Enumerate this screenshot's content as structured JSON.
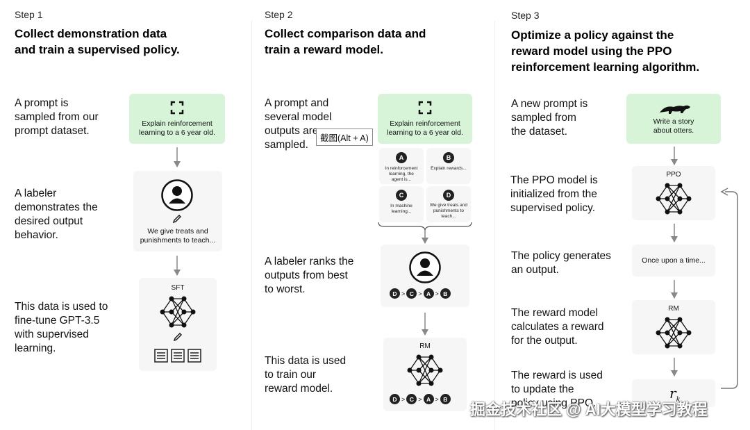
{
  "step1": {
    "label": "Step 1",
    "title_line1": "Collect demonstration data",
    "title_line2": "and train a supervised policy.",
    "desc1": [
      "A prompt is",
      "sampled from our",
      "prompt dataset."
    ],
    "desc2": [
      "A labeler",
      "demonstrates the",
      "desired output",
      "behavior."
    ],
    "desc3": [
      "This data is used to",
      "fine-tune GPT-3.5",
      "with supervised",
      "learning."
    ],
    "prompt_card": [
      "Explain reinforcement",
      "learning to a 6 year old."
    ],
    "labeler_text": [
      "We give treats and",
      "punishments to teach..."
    ],
    "model_tag": "SFT"
  },
  "step2": {
    "label": "Step 2",
    "title_line1": "Collect comparison data and",
    "title_line2": "train a reward model.",
    "desc1": [
      "A prompt and",
      "several model",
      "outputs are",
      "sampled."
    ],
    "desc2": [
      "A labeler ranks the",
      "outputs from best",
      "to worst."
    ],
    "desc3": [
      "This data is used",
      "to train our",
      "reward model."
    ],
    "prompt_card": [
      "Explain reinforcement",
      "learning to a 6 year old."
    ],
    "outputs": [
      {
        "letter": "A",
        "text": [
          "In reinforcement",
          "learning, the",
          "agent is..."
        ]
      },
      {
        "letter": "B",
        "text": [
          "Explain rewards..."
        ]
      },
      {
        "letter": "C",
        "text": [
          "In machine",
          "learning..."
        ]
      },
      {
        "letter": "D",
        "text": [
          "We give treats and",
          "punishments to",
          "teach..."
        ]
      }
    ],
    "ranking": [
      "D",
      "C",
      "A",
      "B"
    ],
    "model_tag": "RM",
    "tooltip": "截图(Alt + A)"
  },
  "step3": {
    "label": "Step 3",
    "title_line1": "Optimize a policy against the",
    "title_line2": "reward model using the PPO",
    "title_line3": "reinforcement learning algorithm.",
    "desc1": [
      "A new prompt is",
      "sampled from",
      "the dataset."
    ],
    "desc2": [
      "The PPO model is",
      "initialized from the",
      "supervised policy."
    ],
    "desc3": [
      "The policy generates",
      "an output."
    ],
    "desc4": [
      "The reward model",
      "calculates a reward",
      "for the output."
    ],
    "desc5": [
      "The reward is used",
      "to update the",
      "policy using PPO."
    ],
    "prompt_card": [
      "Write a story",
      "about otters."
    ],
    "ppo_tag": "PPO",
    "output_text": "Once upon a time...",
    "rm_tag": "RM",
    "reward_symbol": "r",
    "reward_sub": "k"
  },
  "watermark": "掘金技术社区 @ AI大模型学习教程",
  "colors": {
    "green_card": "#d7f4d8",
    "gray_card": "#f6f6f6",
    "dark": "#222222"
  }
}
